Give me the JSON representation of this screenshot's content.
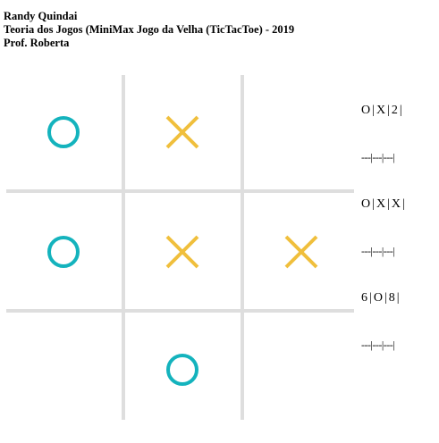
{
  "header": {
    "author": "Randy Quindai",
    "title": "Teoria dos Jogos (MiniMax Jogo da Velha (TicTacToe) - 2019",
    "professor": "Prof. Roberta"
  },
  "board": {
    "cells": [
      "O",
      "X",
      "",
      "O",
      "X",
      "X",
      "",
      "O",
      ""
    ]
  },
  "text_board": {
    "rows": [
      [
        "O",
        "X",
        "2"
      ],
      [
        "O",
        "X",
        "X"
      ],
      [
        "6",
        "O",
        "8"
      ]
    ],
    "separator": "---|---|---|"
  },
  "colors": {
    "o_mark": "#14b3bd",
    "x_mark": "#f0bf3c",
    "grid": "#dedede"
  }
}
